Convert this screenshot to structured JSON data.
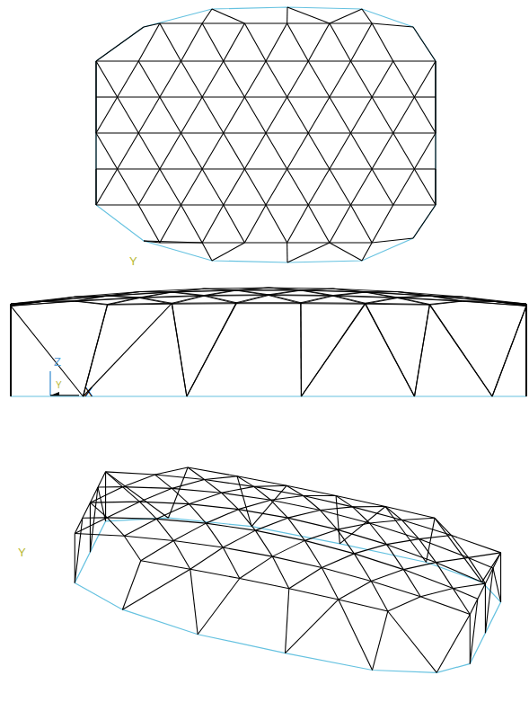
{
  "diagram": {
    "labels": [
      "Y",
      "Z",
      "Y",
      "X",
      "Y"
    ]
  }
}
